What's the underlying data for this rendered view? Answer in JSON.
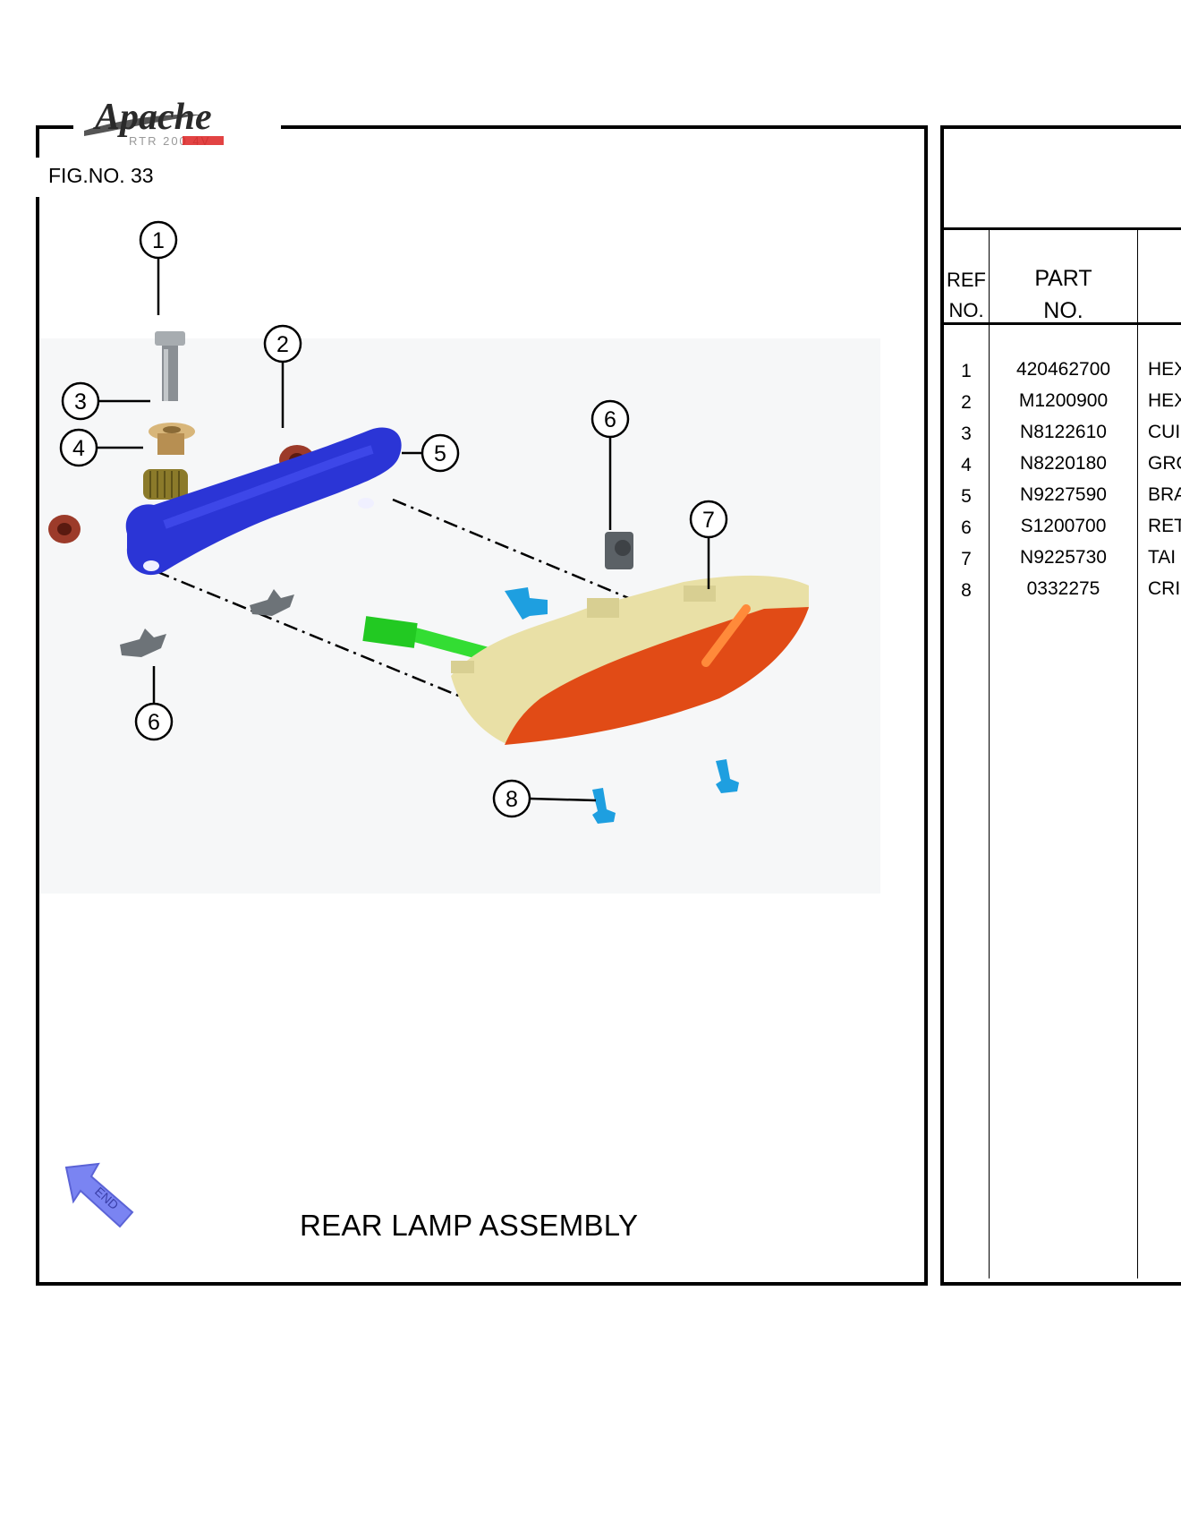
{
  "header": {
    "brand_name": "Apache",
    "brand_model": "RTR 200 4V",
    "figure_no": "FIG.NO. 33"
  },
  "diagram": {
    "title": "REAR LAMP ASSEMBLY",
    "callouts": [
      "1",
      "2",
      "3",
      "4",
      "5",
      "6",
      "7",
      "6",
      "8"
    ],
    "end_arrow_label": "END",
    "colors": {
      "bracket": "#2b35d6",
      "lamp_lens": "#e14b16",
      "lamp_housing": "#e9e0a6",
      "harness": "#33dd33",
      "screws": "#1e9fe0",
      "bolt": "#8a8f94",
      "cushion": "#c9a46a",
      "grommet": "#8b7a2a",
      "nut": "#9c3b2a"
    }
  },
  "table": {
    "headers": {
      "ref_line1": "REF",
      "ref_line2": "NO.",
      "part_line1": "PART",
      "part_line2": "NO."
    },
    "rows": [
      {
        "ref": "1",
        "part_no": "420462700",
        "desc": "HEX"
      },
      {
        "ref": "2",
        "part_no": "M1200900",
        "desc": "HEX"
      },
      {
        "ref": "3",
        "part_no": "N8122610",
        "desc": "CUI"
      },
      {
        "ref": "4",
        "part_no": "N8220180",
        "desc": "GRO"
      },
      {
        "ref": "5",
        "part_no": "N9227590",
        "desc": "BRA"
      },
      {
        "ref": "6",
        "part_no": "S1200700",
        "desc": "RET"
      },
      {
        "ref": "7",
        "part_no": "N9225730",
        "desc": "TAI"
      },
      {
        "ref": "8",
        "part_no": "0332275",
        "desc": "CRI"
      }
    ]
  }
}
